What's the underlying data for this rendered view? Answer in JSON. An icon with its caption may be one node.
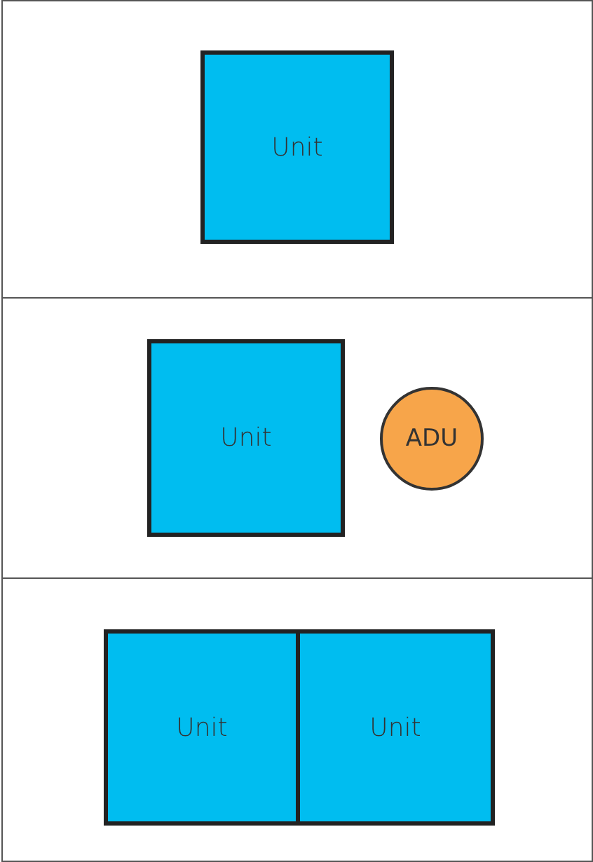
{
  "diagram": {
    "nodes": [
      {
        "text": [],
        "shape": "box"
      },
      {
        "text": [
          "Unit"
        ],
        "in": 0
      },
      {
        "text": [],
        "shape": "box"
      },
      {
        "text": [
          "Unit"
        ],
        "in": 2
      },
      {
        "text": [
          "ADU"
        ],
        "in": 2
      },
      {
        "text": [],
        "shape": "box"
      },
      {
        "text": [
          "Unit"
        ],
        "in": 5
      },
      {
        "text": [
          "Unit"
        ],
        "in": 5
      }
    ],
    "edges": []
  }
}
